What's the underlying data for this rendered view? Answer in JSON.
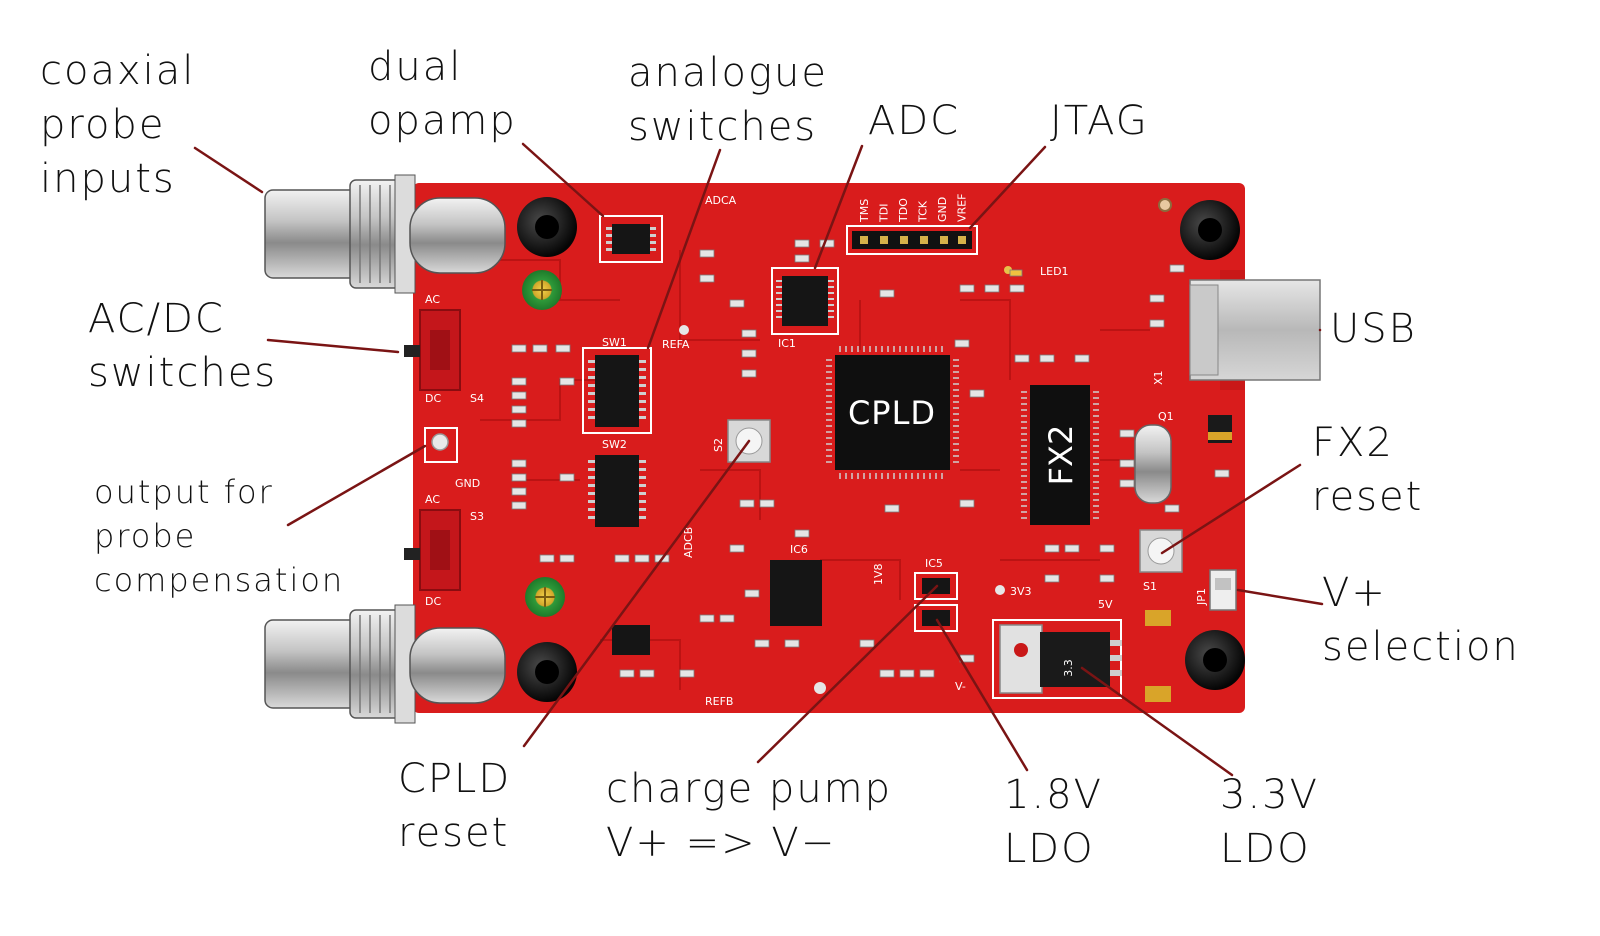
{
  "board": {
    "colors": {
      "pcb": "#d91c1c",
      "pcb_dark": "#b81313",
      "chip": "#121212",
      "leader_line": "#7a1414",
      "silkscreen": "#ffffff"
    },
    "chips": {
      "cpld": "CPLD",
      "fx2": "FX2"
    },
    "silkscreen": {
      "ac_top": "AC",
      "dc_top": "DC",
      "s4": "S4",
      "ac_bottom": "AC",
      "dc_bottom": "DC",
      "s3": "S3",
      "sw1": "SW1",
      "sw2": "SW2",
      "s2": "S2",
      "s1": "S1",
      "ic1": "IC1",
      "ic5": "IC5",
      "ic6": "IC6",
      "q1": "Q1",
      "x1": "X1",
      "jp1": "JP1",
      "jtag_pins": [
        "TMS",
        "TDI",
        "TDO",
        "TCK",
        "GND",
        "VREF"
      ],
      "led1": "LED1",
      "refa": "REFA",
      "refb": "REFB",
      "adca": "ADCA",
      "adcb": "ADCB",
      "v5": "5V",
      "v33": "3V3",
      "v18": "1V8",
      "gnd": "GND",
      "vminus": "V-",
      "ldo_marking": "3.3"
    }
  },
  "annotations": {
    "coaxial": [
      "coaxial",
      "probe",
      "inputs"
    ],
    "dual_opamp": [
      "dual",
      "opamp"
    ],
    "analogue_switches": [
      "analogue",
      "switches"
    ],
    "adc": [
      "ADC"
    ],
    "jtag": [
      "JTAG"
    ],
    "usb": [
      "USB"
    ],
    "acdc": [
      "AC/DC",
      "switches"
    ],
    "output_probe": [
      "output for",
      "probe",
      "compensation"
    ],
    "fx2_reset": [
      "FX2",
      "reset"
    ],
    "vplus_selection": [
      "V+",
      "selection"
    ],
    "cpld_reset": [
      "CPLD",
      "reset"
    ],
    "charge_pump": [
      "charge pump",
      "V+ => V−"
    ],
    "ldo_18": [
      "1.8V",
      "LDO"
    ],
    "ldo_33": [
      "3.3V",
      "LDO"
    ]
  }
}
